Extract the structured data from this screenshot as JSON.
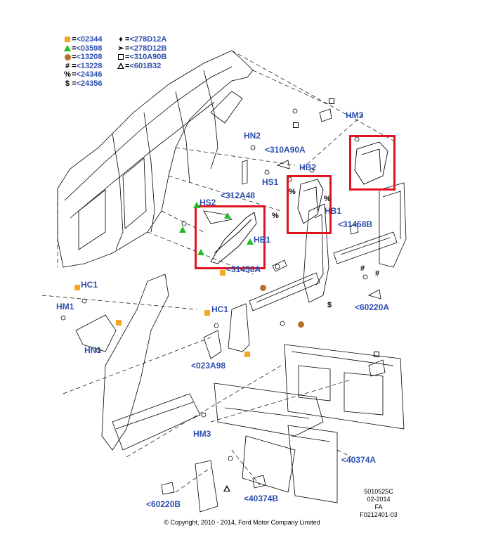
{
  "legend": [
    {
      "symbol": "orange-square",
      "text": "<02344"
    },
    {
      "symbol": "green-triangle",
      "text": "<03598"
    },
    {
      "symbol": "brown-circle",
      "text": "<13208"
    },
    {
      "symbol": "#",
      "text": "<13228"
    },
    {
      "symbol": "%",
      "text": "<24346"
    },
    {
      "symbol": "$",
      "text": "<24356"
    },
    {
      "symbol": "diamond",
      "text": "<278D12A"
    },
    {
      "symbol": "arrow-diamond",
      "text": "<278D12B"
    },
    {
      "symbol": "open-square",
      "text": "<310A90B"
    },
    {
      "symbol": "open-triangle",
      "text": "<601B32"
    }
  ],
  "legend_eq": "=",
  "callouts": {
    "hm3_top": "HM3",
    "hn2": "HN2",
    "p310a90a": "<310A90A",
    "hb2": "HB2",
    "hs1": "HS1",
    "p312a48": "<312A48",
    "hs2": "HS2",
    "hb1_right": "HB1",
    "p31458b": "<31458B",
    "hb1_left": "HB1",
    "p31458a": "<31458A",
    "hc1_left": "HC1",
    "hm1": "HM1",
    "hn1": "HN1",
    "hc1_mid": "HC1",
    "p023a98": "<023A98",
    "p60220a": "<60220A",
    "hm3_bottom": "HM3",
    "p40374a": "<40374A",
    "p40374b": "<40374B",
    "p60220b": "<60220B"
  },
  "symbols": {
    "pct": "%",
    "hash": "#",
    "dollar": "$"
  },
  "info_block": [
    "5010525C",
    "02-2014",
    "FA",
    "F0212401-03"
  ],
  "copyright": "© Copyright, 2010 - 2014, Ford Motor Company Limited",
  "colors": {
    "highlight": "#e0141e",
    "callout": "#2e4fb0",
    "orange_marker": "#f5a623",
    "green_marker": "#22bb22",
    "brown_marker": "#b5722a"
  }
}
